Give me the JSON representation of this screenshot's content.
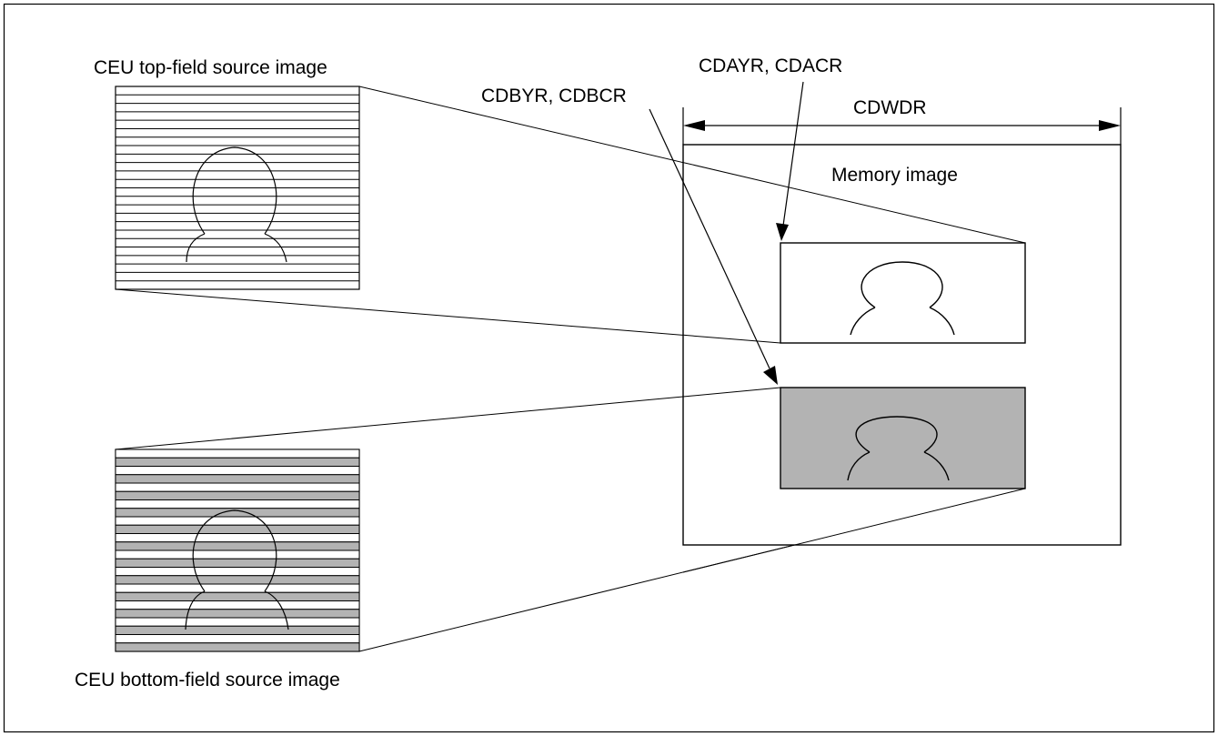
{
  "labels": {
    "top_field": "CEU top-field source image",
    "bottom_field": "CEU bottom-field source image",
    "cdayr_cdacr": "CDAYR, CDACR",
    "cdbyr_cdbcr": "CDBYR, CDBCR",
    "cdwdr": "CDWDR",
    "memory_image": "Memory image"
  },
  "colors": {
    "line": "#000000",
    "fill_gray": "#b3b3b3",
    "background": "#ffffff"
  }
}
